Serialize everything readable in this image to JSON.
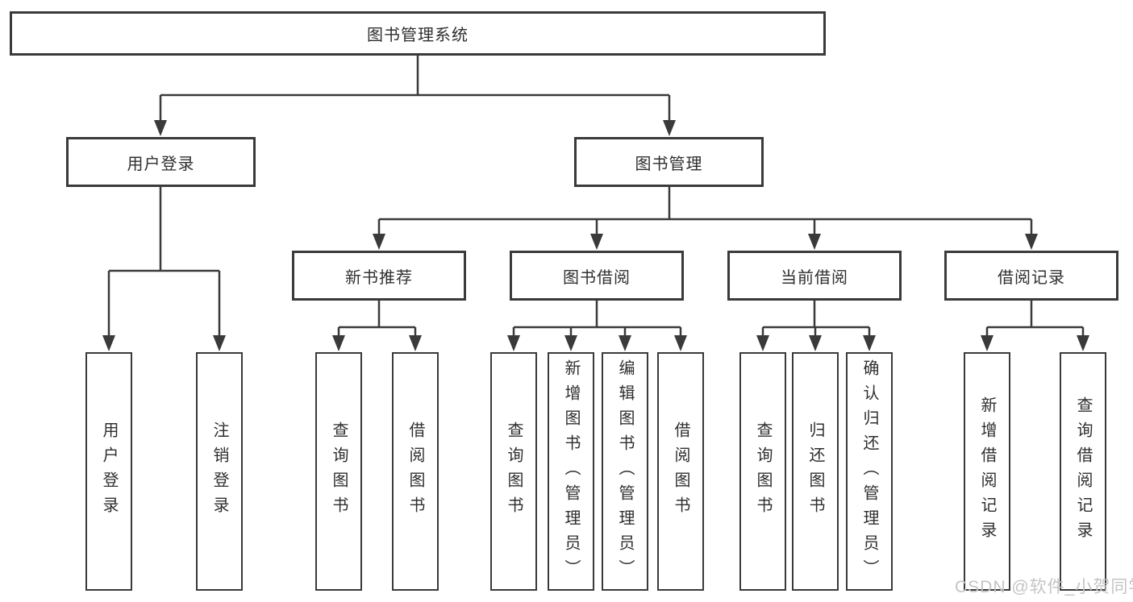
{
  "colors": {
    "line": "#3a3a3a",
    "box_border": "#3a3a3a",
    "text": "#2f2f2f",
    "background": "#ffffff",
    "watermark": "#c4c4c4"
  },
  "tree": {
    "root": {
      "label": "图书管理系统"
    },
    "branches": [
      {
        "label": "用户登录",
        "children": [
          {
            "label": "用户登录"
          },
          {
            "label": "注销登录"
          }
        ]
      },
      {
        "label": "图书管理",
        "children": [
          {
            "label": "新书推荐",
            "children": [
              {
                "label": "查询图书"
              },
              {
                "label": "借阅图书"
              }
            ]
          },
          {
            "label": "图书借阅",
            "children": [
              {
                "label": "查询图书"
              },
              {
                "label": "新增图书（管理员）"
              },
              {
                "label": "编辑图书（管理员）"
              },
              {
                "label": "借阅图书"
              }
            ]
          },
          {
            "label": "当前借阅",
            "children": [
              {
                "label": "查询图书"
              },
              {
                "label": "归还图书"
              },
              {
                "label": "确认归还（管理员）"
              }
            ]
          },
          {
            "label": "借阅记录",
            "children": [
              {
                "label": "新增借阅记录"
              },
              {
                "label": "查询借阅记录"
              }
            ]
          }
        ]
      }
    ]
  },
  "watermark": {
    "text": "CSDN @软件_小贺同学"
  }
}
